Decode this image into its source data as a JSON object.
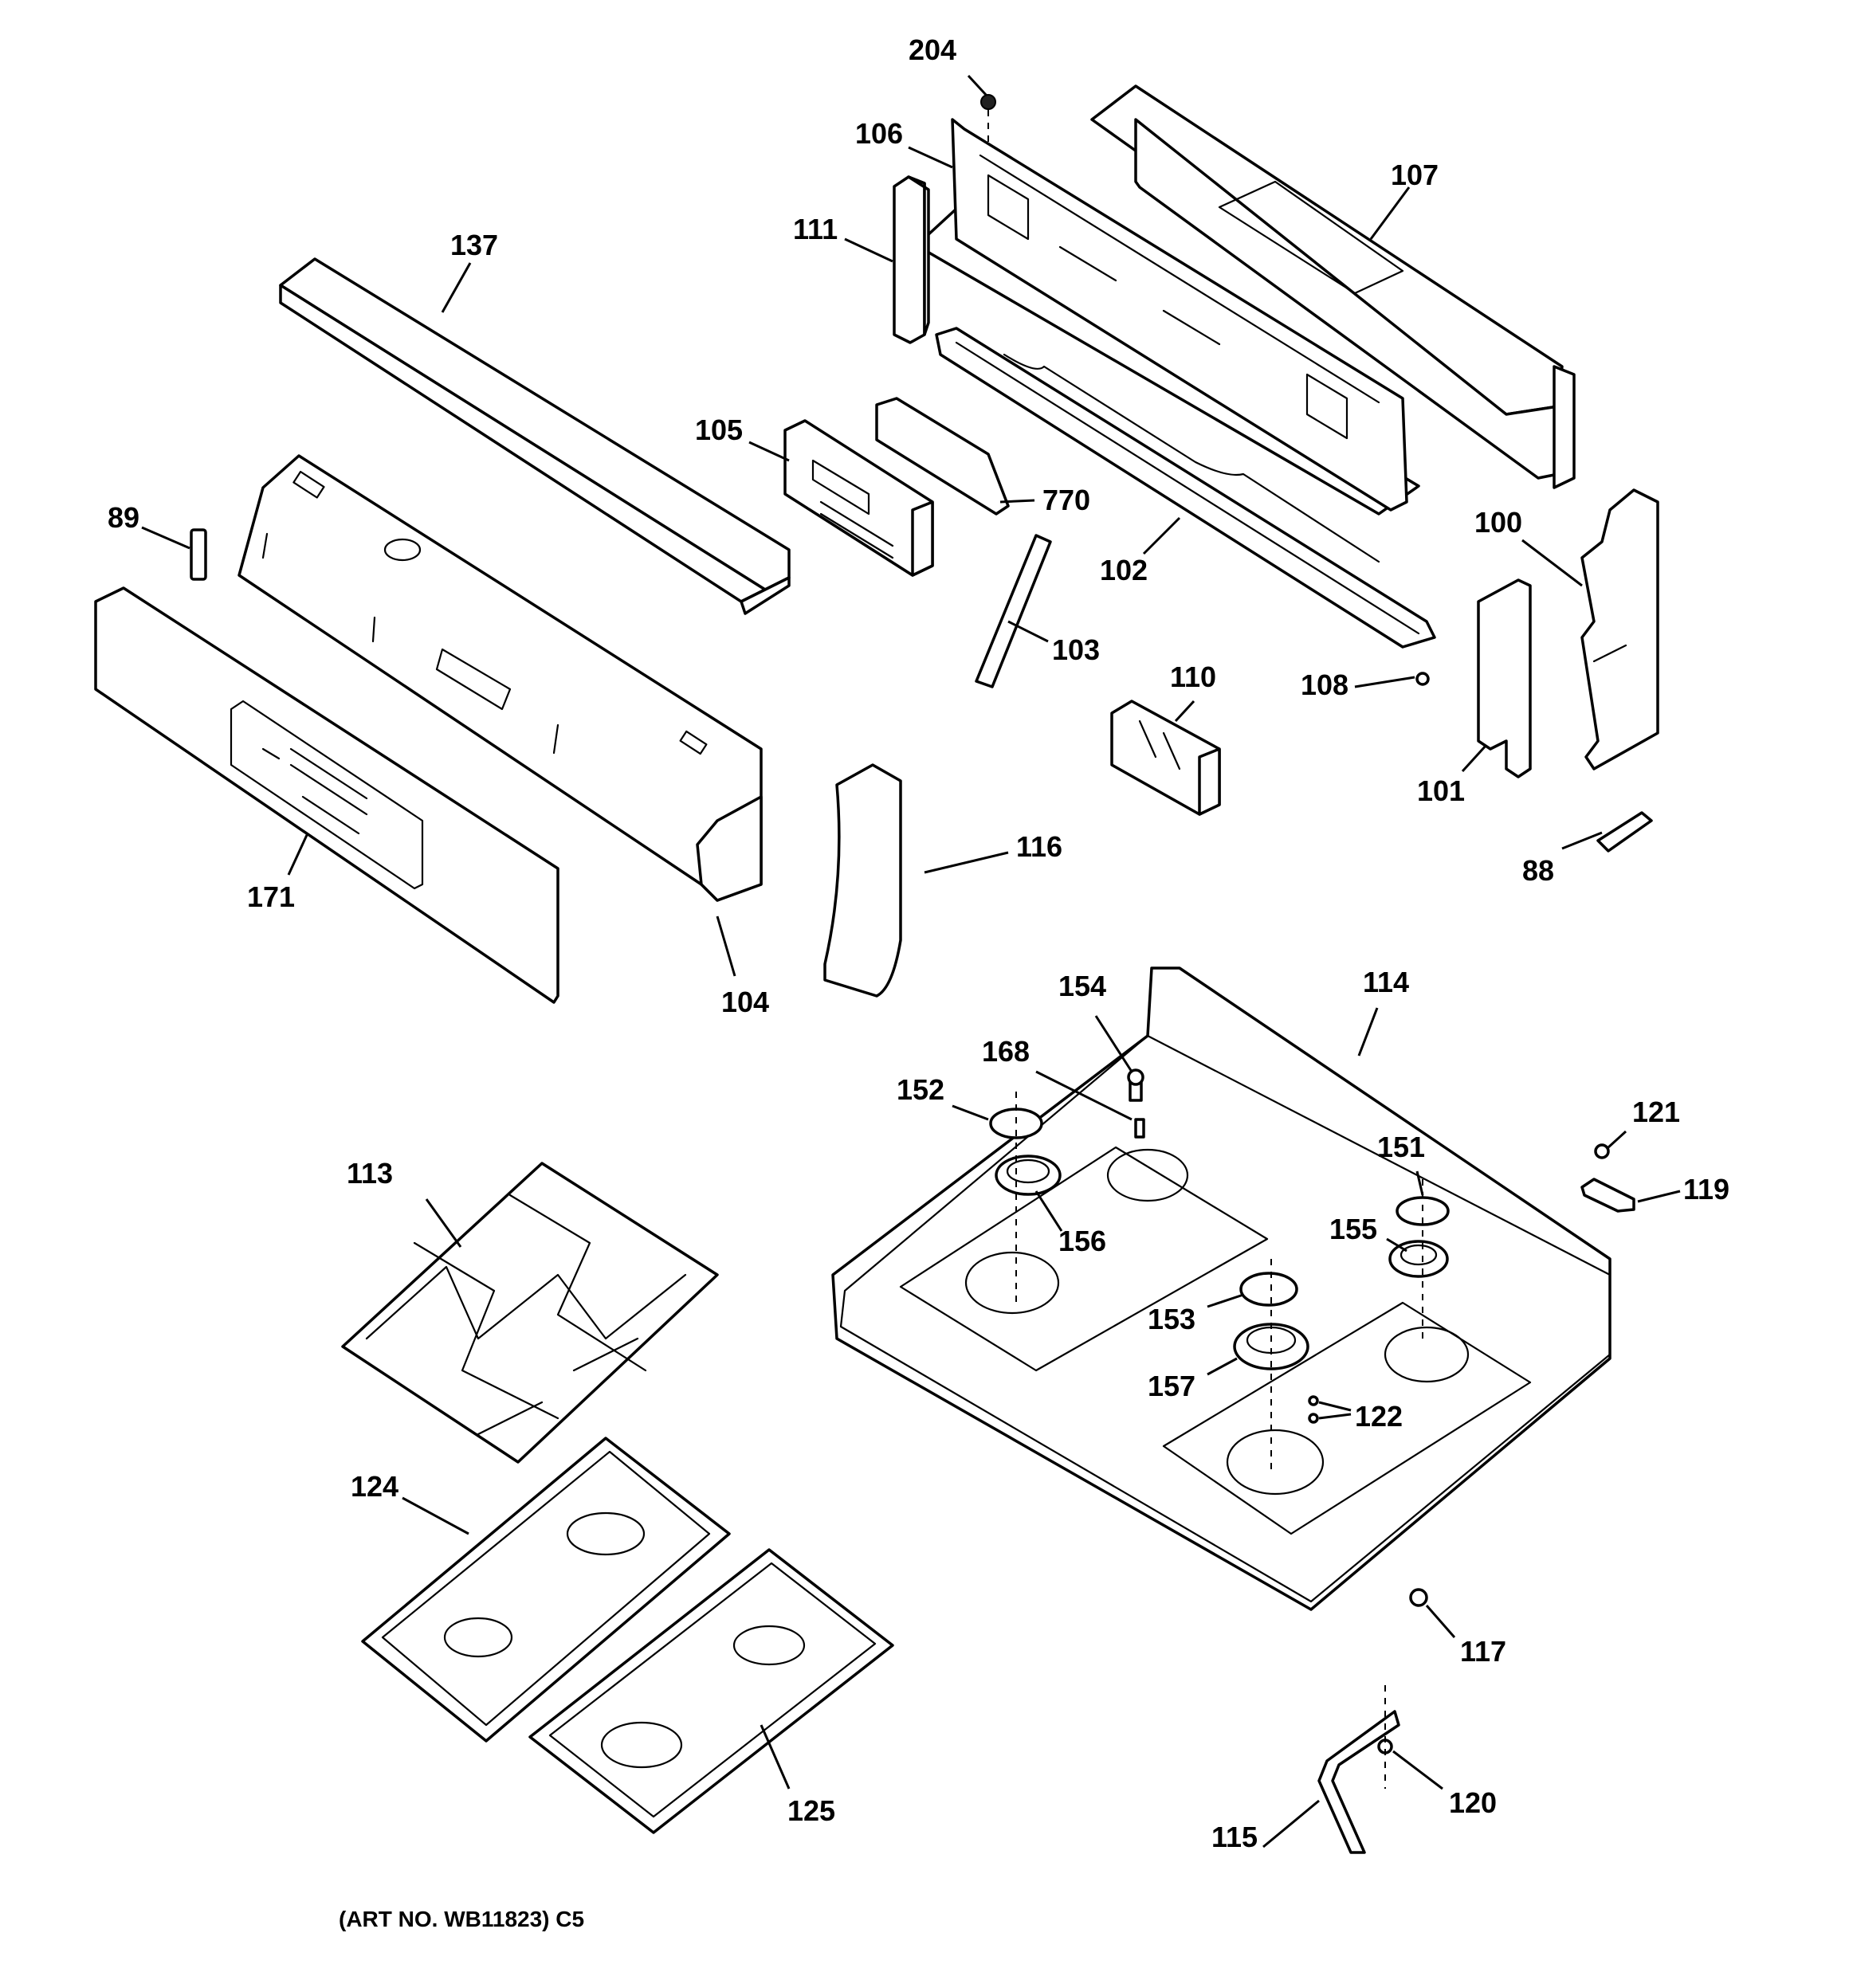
{
  "diagram": {
    "art_number": "(ART NO. WB11823) C5",
    "callouts": {
      "c204": "204",
      "c106": "106",
      "c107": "107",
      "c111": "111",
      "c137": "137",
      "c105": "105",
      "c770": "770",
      "c89": "89",
      "c102": "102",
      "c100": "100",
      "c103": "103",
      "c110": "110",
      "c108": "108",
      "c101": "101",
      "c171": "171",
      "c116": "116",
      "c88": "88",
      "c104": "104",
      "c154": "154",
      "c114": "114",
      "c168": "168",
      "c152": "152",
      "c121": "121",
      "c113": "113",
      "c151": "151",
      "c119": "119",
      "c156": "156",
      "c155": "155",
      "c153": "153",
      "c157": "157",
      "c122": "122",
      "c124": "124",
      "c117": "117",
      "c120": "120",
      "c125": "125",
      "c115": "115"
    }
  }
}
